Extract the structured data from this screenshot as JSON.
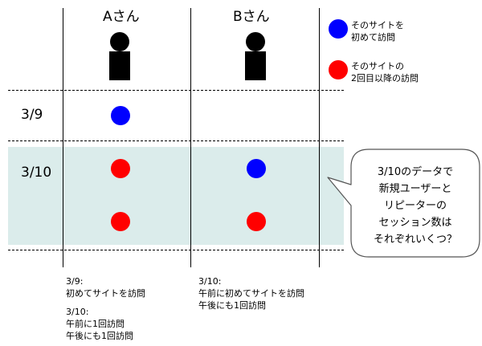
{
  "columns": [
    {
      "header": "Aさん"
    },
    {
      "header": "Bさん"
    }
  ],
  "rows": [
    {
      "date": "3/9"
    },
    {
      "date": "3/10"
    }
  ],
  "legend": [
    {
      "color": "#0000ff",
      "line1": "そのサイトを",
      "line2": "初めて訪問"
    },
    {
      "color": "#ff0000",
      "line1": "そのサイトの",
      "line2": "2回目以降の訪問"
    }
  ],
  "notes": {
    "a": {
      "block1": [
        "3/9:",
        "初めてサイトを訪問"
      ],
      "block2": [
        "3/10:",
        "午前に1回訪問",
        "午後にも1回訪問"
      ]
    },
    "b": {
      "block1": [
        "3/10:",
        "午前に初めてサイトを訪問",
        "午後にも1回訪問"
      ]
    }
  },
  "callout": {
    "lines": [
      "3/10のデータで",
      "新規ユーザーと",
      "リピーターの",
      "セッション数は",
      "それぞれいくつ？"
    ]
  },
  "colors": {
    "band": "#dbeceb",
    "first_visit": "#0000ff",
    "repeat_visit": "#ff0000"
  }
}
